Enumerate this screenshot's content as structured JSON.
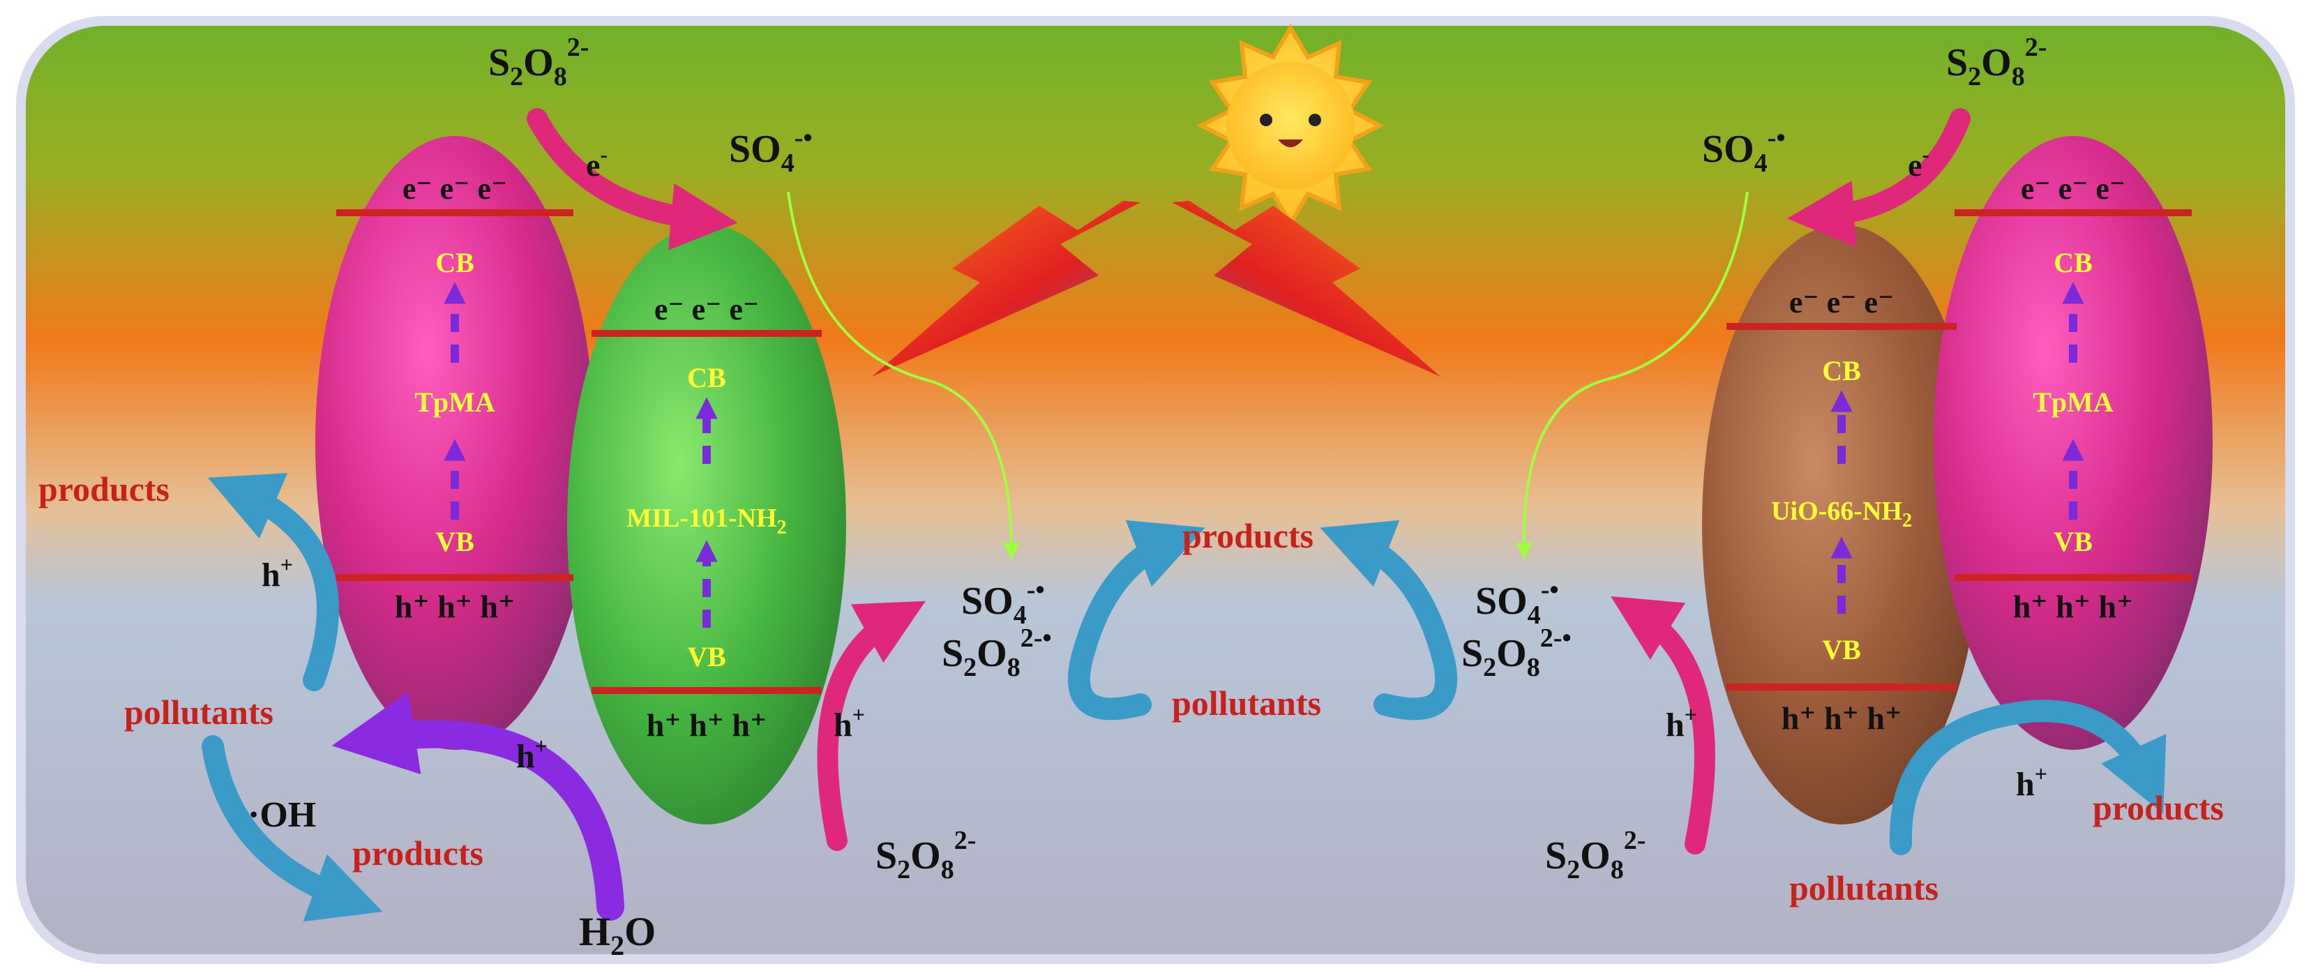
{
  "materials": {
    "tpma_left": {
      "name": "TpMA",
      "cb": "CB",
      "vb": "VB",
      "electrons": "e⁻ e⁻ e⁻",
      "holes": "h⁺ h⁺ h⁺"
    },
    "mil": {
      "name": "MIL-101-NH",
      "name_sub": "2",
      "cb": "CB",
      "vb": "VB",
      "electrons": "e⁻ e⁻ e⁻",
      "holes": "h⁺ h⁺ h⁺"
    },
    "uio": {
      "name": "UiO-66-NH",
      "name_sub": "2",
      "cb": "CB",
      "vb": "VB",
      "electrons": "e⁻ e⁻ e⁻",
      "holes": "h⁺ h⁺ h⁺"
    },
    "tpma_right": {
      "name": "TpMA",
      "cb": "CB",
      "vb": "VB",
      "electrons": "e⁻ e⁻ e⁻",
      "holes": "h⁺ h⁺ h⁺"
    }
  },
  "species": {
    "persulfate": {
      "s": "S",
      "s_sub": "2",
      "o": "O",
      "o_sub": "8",
      "charge": "2-"
    },
    "persulfate_radical_charge": "2-•",
    "sulfate_radical": {
      "base": "SO",
      "sub": "4",
      "charge": "-•"
    },
    "water": {
      "h": "H",
      "h_sub": "2",
      "o": "O"
    },
    "hydroxyl": "·OH",
    "electron": {
      "base": "e",
      "charge": "-"
    },
    "hole": {
      "base": "h",
      "charge": "+"
    }
  },
  "labels": {
    "products": "products",
    "pollutants": "pollutants"
  },
  "colors": {
    "bg_top": "#6fb12a",
    "bg_mid": "#f07a1a",
    "bg_bottom": "#b4b4c8",
    "tpma": "#d42a8a",
    "mil": "#3eb23e",
    "uio": "#9a5a3a",
    "band_line": "#cc2222",
    "label_yellow": "#ffff33",
    "label_red": "#c8201a",
    "arrow_pink": "#e0287a",
    "arrow_blue": "#3a9ac8",
    "arrow_purple": "#8a2be2",
    "arrow_green": "#a0ff40"
  }
}
